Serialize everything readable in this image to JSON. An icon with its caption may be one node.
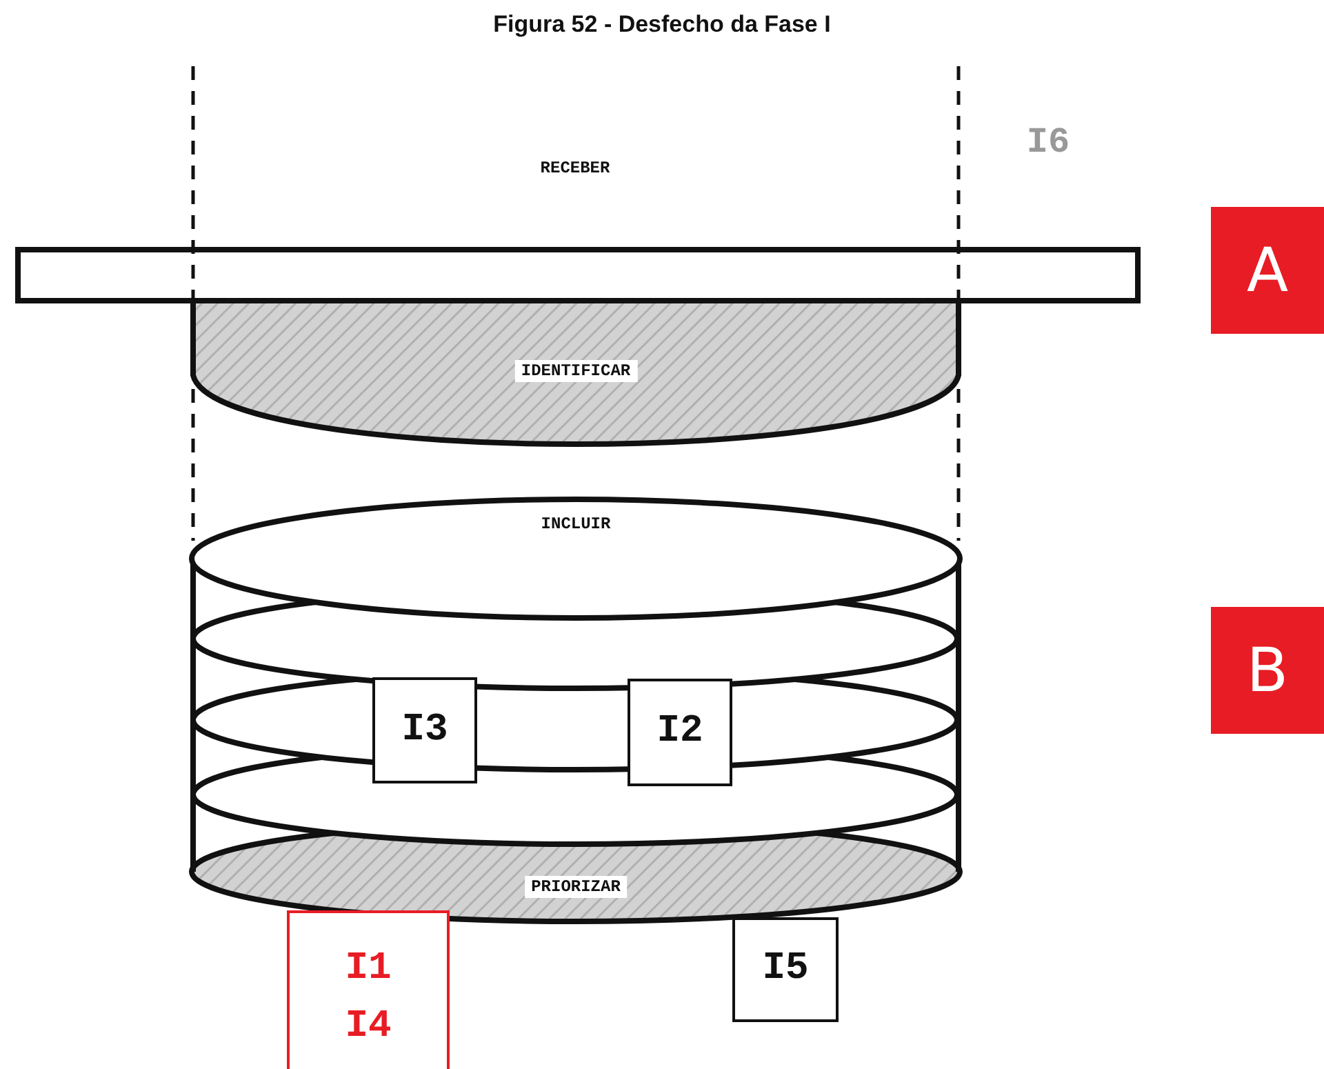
{
  "diagram": {
    "title": "Figura 52 - Desfecho da Fase I",
    "nodes": [
      {
        "text": [
          "IDENTIFICAR"
        ]
      },
      {
        "text": [
          "INCLUIR"
        ]
      },
      {
        "text": [
          "I3"
        ]
      },
      {
        "text": [
          "I2"
        ]
      },
      {
        "text": [
          "PRIORIZAR"
        ]
      },
      {
        "text": [
          "I1",
          "I4"
        ]
      },
      {
        "text": [
          "I5"
        ]
      },
      {
        "text": [
          "A"
        ]
      },
      {
        "text": [
          "B"
        ]
      }
    ],
    "labels": [
      "I6",
      "RECEBER"
    ]
  }
}
